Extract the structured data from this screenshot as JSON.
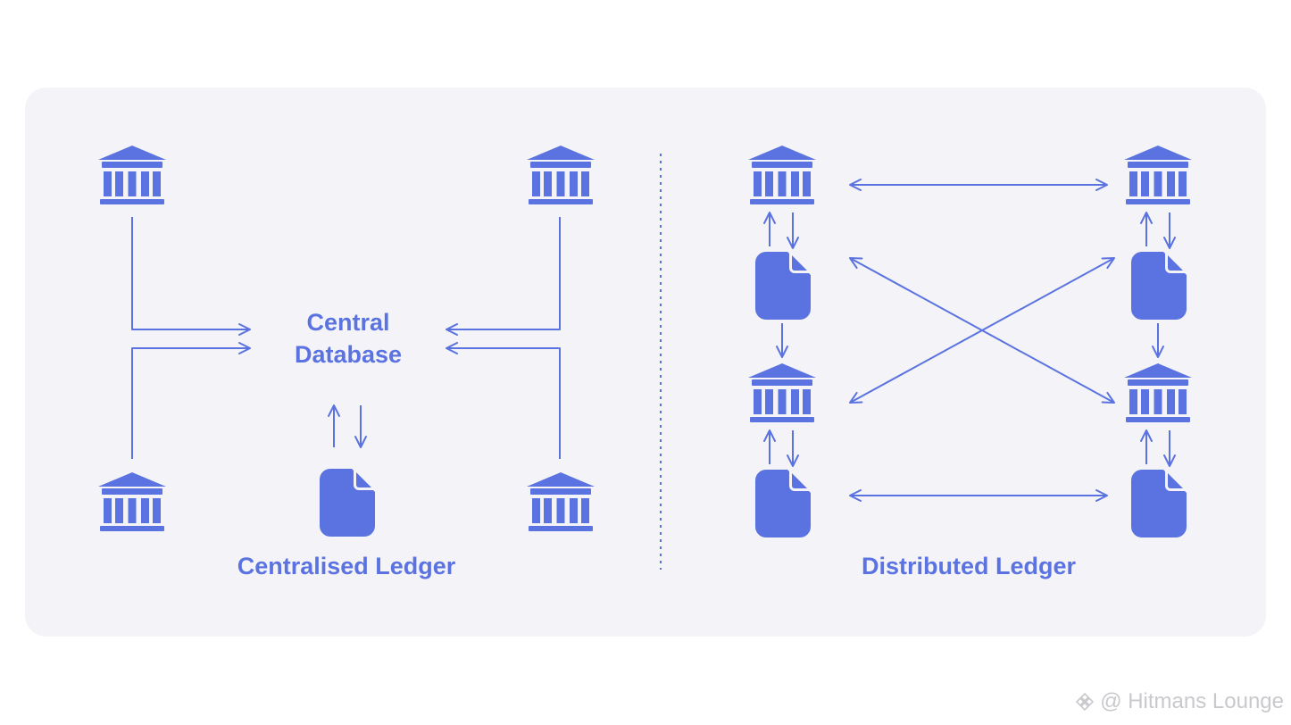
{
  "diagram": {
    "central": {
      "title": "Centralised Ledger",
      "hub_label_line1": "Central",
      "hub_label_line2": "Database"
    },
    "distributed": {
      "title": "Distributed Ledger"
    }
  },
  "colors": {
    "accent": "#5b73e0",
    "panel_background": "#f4f4f8",
    "divider": "#5b73e0",
    "watermark": "#c9c9cd"
  },
  "icons": [
    "bank-icon",
    "document-icon",
    "arrow",
    "double-headed-arrow",
    "binance-logo-icon"
  ],
  "watermark": {
    "text": "@ Hitmans Lounge"
  }
}
